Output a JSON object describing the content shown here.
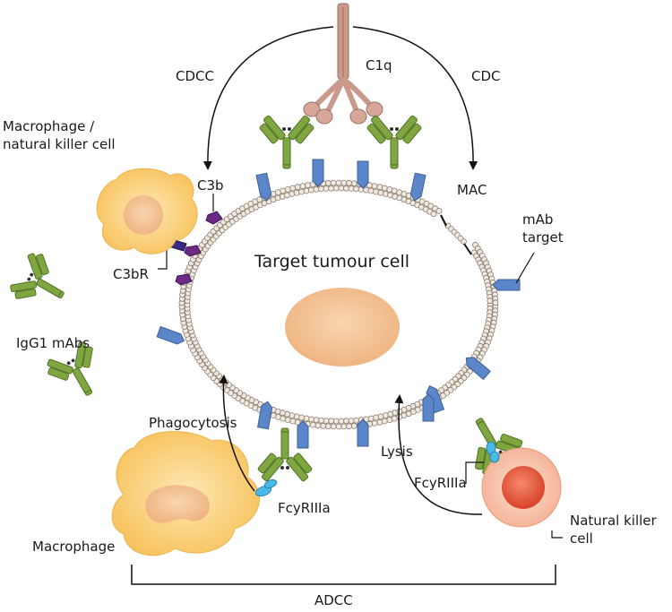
{
  "labels": {
    "cdcc": "CDCC",
    "c1q": "C1q",
    "cdc": "CDC",
    "macrophage_nk_line1": "Macrophage /",
    "macrophage_nk_line2": "natural killer cell",
    "c3b": "C3b",
    "mac": "MAC",
    "mab_target_line1": "mAb",
    "mab_target_line2": "target",
    "c3br": "C3bR",
    "target_cell": "Target tumour cell",
    "igg1": "IgG1 mAbs",
    "phagocytosis": "Phagocytosis",
    "lysis": "Lysis",
    "fcyr_left": "FcyRIIIa",
    "fcyr_right": "FcyRIIIa",
    "macrophage": "Macrophage",
    "nk_line1": "Natural killer",
    "nk_line2": "cell",
    "adcc": "ADCC"
  },
  "colors": {
    "antibody": "#7fa640",
    "antibody_dark": "#5a7d2a",
    "antigen": "#5b86c9",
    "complement": "#c99a8c",
    "c3b": "#6a2a86",
    "macrophage": "#fbd37e",
    "macrophage_nucleus": "#efb98a",
    "nk": "#f8c0a6",
    "nk_nucleus": "#e8604a",
    "nucleus": "#f3c49a",
    "membrane": "#8a7e72",
    "receptor": "#4bb9e6"
  }
}
